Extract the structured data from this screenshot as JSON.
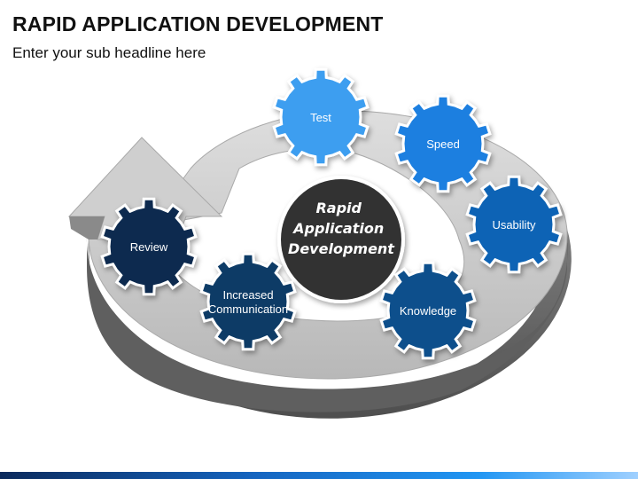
{
  "header": {
    "title": "RAPID APPLICATION DEVELOPMENT",
    "subtitle": "Enter your sub headline here"
  },
  "center": {
    "lines": [
      "Rapid",
      "Application",
      "Development"
    ],
    "color": "#333333"
  },
  "gears": [
    {
      "id": "review",
      "lines": [
        "Review"
      ],
      "color": "#0d2c4f"
    },
    {
      "id": "increased-communication",
      "lines": [
        "Increased",
        "Communication"
      ],
      "color": "#0e3a66"
    },
    {
      "id": "knowledge",
      "lines": [
        "Knowledge"
      ],
      "color": "#0b4f8c"
    },
    {
      "id": "usability",
      "lines": [
        "Usability"
      ],
      "color": "#0a63b5"
    },
    {
      "id": "speed",
      "lines": [
        "Speed"
      ],
      "color": "#1a7fe0"
    },
    {
      "id": "test",
      "lines": [
        "Test"
      ],
      "color": "#3d9ef0"
    }
  ],
  "colors": {
    "arrow_top": "#c8c8c8",
    "arrow_side": "#6e6e6e",
    "arrow_edge": "#a9a9a9"
  }
}
